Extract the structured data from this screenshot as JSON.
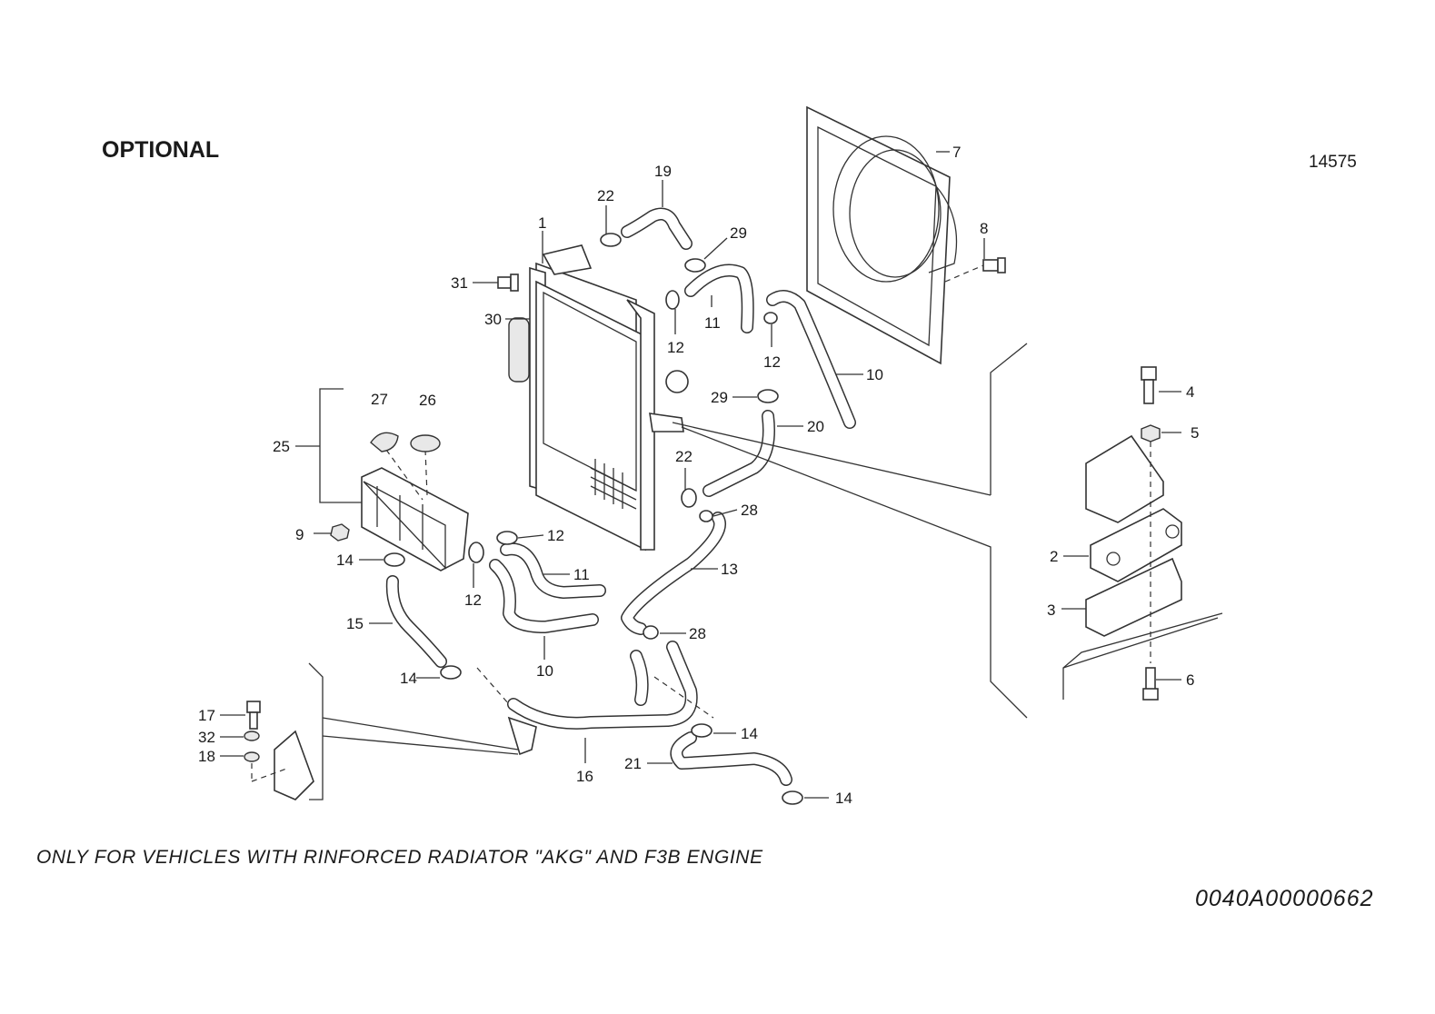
{
  "header": {
    "title": "OPTIONAL",
    "code": "14575"
  },
  "footer": {
    "note": "ONLY FOR VEHICLES WITH RINFORCED RADIATOR \"AKG\" AND F3B ENGINE",
    "doc_number": "0040A00000662"
  },
  "callouts": [
    {
      "id": "c-19",
      "label": "19"
    },
    {
      "id": "c-22a",
      "label": "22"
    },
    {
      "id": "c-1",
      "label": "1"
    },
    {
      "id": "c-29a",
      "label": "29"
    },
    {
      "id": "c-7",
      "label": "7"
    },
    {
      "id": "c-8",
      "label": "8"
    },
    {
      "id": "c-31",
      "label": "31"
    },
    {
      "id": "c-30",
      "label": "30"
    },
    {
      "id": "c-11a",
      "label": "11"
    },
    {
      "id": "c-12a",
      "label": "12"
    },
    {
      "id": "c-12b",
      "label": "12"
    },
    {
      "id": "c-10a",
      "label": "10"
    },
    {
      "id": "c-4",
      "label": "4"
    },
    {
      "id": "c-27",
      "label": "27"
    },
    {
      "id": "c-26",
      "label": "26"
    },
    {
      "id": "c-29b",
      "label": "29"
    },
    {
      "id": "c-5",
      "label": "5"
    },
    {
      "id": "c-25",
      "label": "25"
    },
    {
      "id": "c-20",
      "label": "20"
    },
    {
      "id": "c-22b",
      "label": "22"
    },
    {
      "id": "c-28a",
      "label": "28"
    },
    {
      "id": "c-9",
      "label": "9"
    },
    {
      "id": "c-12c",
      "label": "12"
    },
    {
      "id": "c-2",
      "label": "2"
    },
    {
      "id": "c-14a",
      "label": "14"
    },
    {
      "id": "c-11b",
      "label": "11"
    },
    {
      "id": "c-13",
      "label": "13"
    },
    {
      "id": "c-12d",
      "label": "12"
    },
    {
      "id": "c-3",
      "label": "3"
    },
    {
      "id": "c-15",
      "label": "15"
    },
    {
      "id": "c-28b",
      "label": "28"
    },
    {
      "id": "c-10b",
      "label": "10"
    },
    {
      "id": "c-14b",
      "label": "14"
    },
    {
      "id": "c-6",
      "label": "6"
    },
    {
      "id": "c-17",
      "label": "17"
    },
    {
      "id": "c-14c",
      "label": "14"
    },
    {
      "id": "c-32",
      "label": "32"
    },
    {
      "id": "c-18",
      "label": "18"
    },
    {
      "id": "c-21",
      "label": "21"
    },
    {
      "id": "c-16",
      "label": "16"
    },
    {
      "id": "c-14d",
      "label": "14"
    }
  ]
}
